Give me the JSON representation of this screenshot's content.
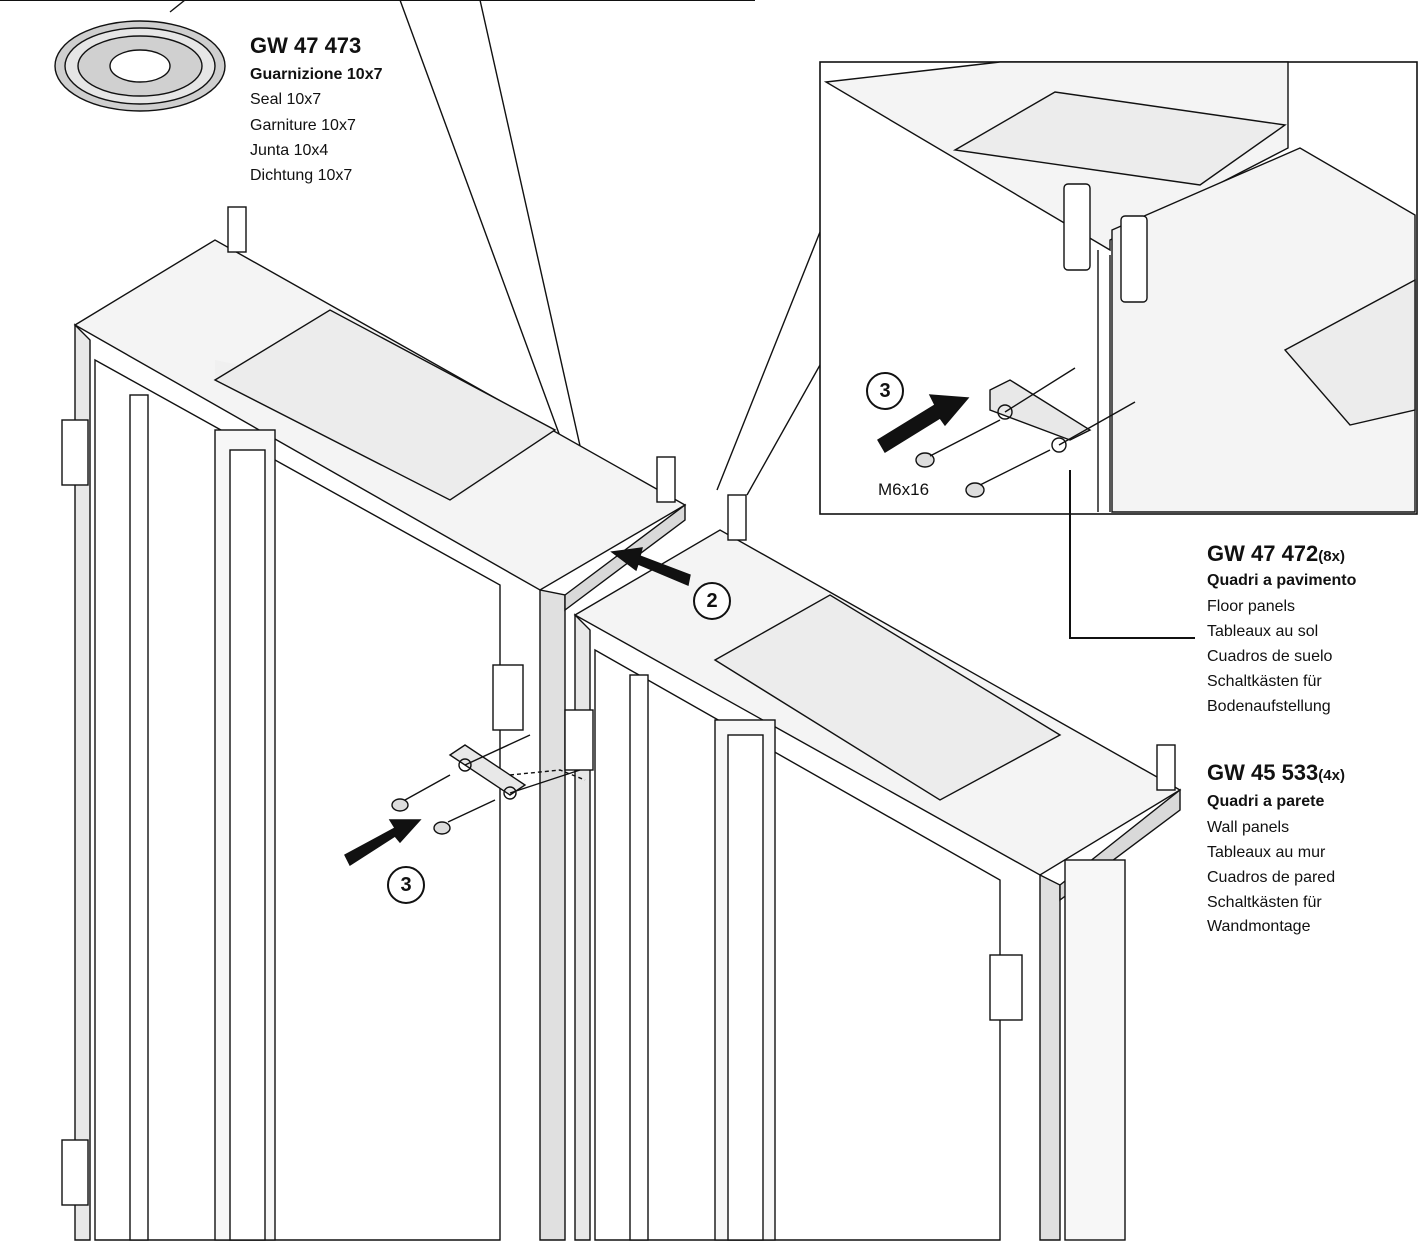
{
  "seal": {
    "code": "GW 47 473",
    "title": "Guarnizione 10x7",
    "lines": [
      "Seal 10x7",
      "Garniture 10x7",
      "Junta 10x4",
      "Dichtung 10x7"
    ]
  },
  "floor": {
    "code": "GW 47 472",
    "qty": "(8x)",
    "title": "Quadri a pavimento",
    "lines": [
      "Floor panels",
      "Tableaux au sol",
      "Cuadros de suelo",
      "Schaltkästen für",
      "Bodenaufstellung"
    ]
  },
  "wall": {
    "code": "GW 45 533",
    "qty": "(4x)",
    "title": "Quadri a parete",
    "lines": [
      "Wall panels",
      "Tableaux au mur",
      "Cuadros de pared",
      "Schaltkästen für",
      "Wandmontage"
    ]
  },
  "steps": {
    "two": "2",
    "three_main": "3",
    "three_detail": "3"
  },
  "screw_label": "M6x16",
  "colors": {
    "ink": "#111111",
    "panel": "#f4f4f4",
    "shade": "#d9d9d9",
    "dark": "#8a8a8a"
  }
}
